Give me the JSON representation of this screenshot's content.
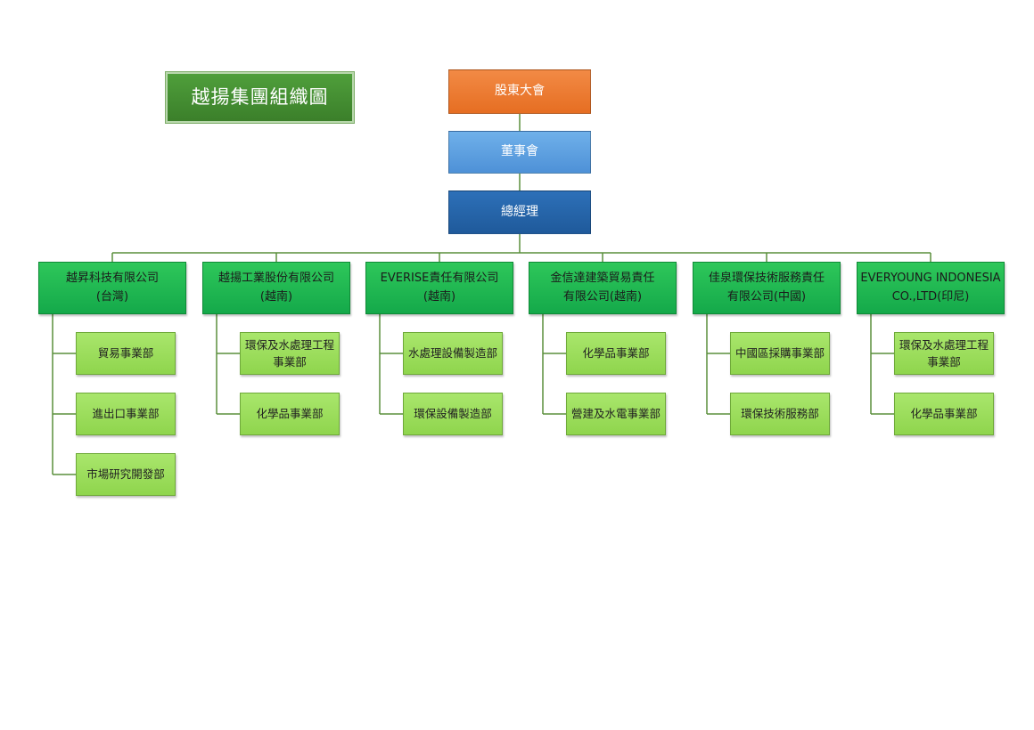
{
  "title": "越揚集團組織圖",
  "top": {
    "shareholders": "股東大會",
    "board": "董事會",
    "general_manager": "總經理"
  },
  "companies": [
    {
      "name": "越昇科技有限公司\n(台灣)",
      "depts": [
        "貿易事業部",
        "進出口事業部",
        "市場研究開發部"
      ]
    },
    {
      "name": "越揚工業股份有限公司\n(越南)",
      "depts": [
        "環保及水處理工程\n事業部",
        "化學品事業部"
      ]
    },
    {
      "name": "EVERISE責任有限公司\n(越南)",
      "depts": [
        "水處理設備製造部",
        "環保設備製造部"
      ]
    },
    {
      "name": "金信達建築貿易責任\n有限公司(越南)",
      "depts": [
        "化學品事業部",
        "營建及水電事業部"
      ]
    },
    {
      "name": "佳泉環保技術服務責任\n有限公司(中國)",
      "depts": [
        "中國區採購事業部",
        "環保技術服務部"
      ]
    },
    {
      "name": "EVERYOUNG INDONESIA\nCO.,LTD(印尼)",
      "depts": [
        "環保及水處理工程\n事業部",
        "化學品事業部"
      ]
    }
  ],
  "colors": {
    "title_bg": "#3f8a30",
    "shareholders": "#ec7a32",
    "board": "#5ea0e0",
    "general_manager": "#2563a8",
    "company": "#1fb851",
    "department": "#9bdc5a",
    "connector": "#5a8f3c"
  }
}
